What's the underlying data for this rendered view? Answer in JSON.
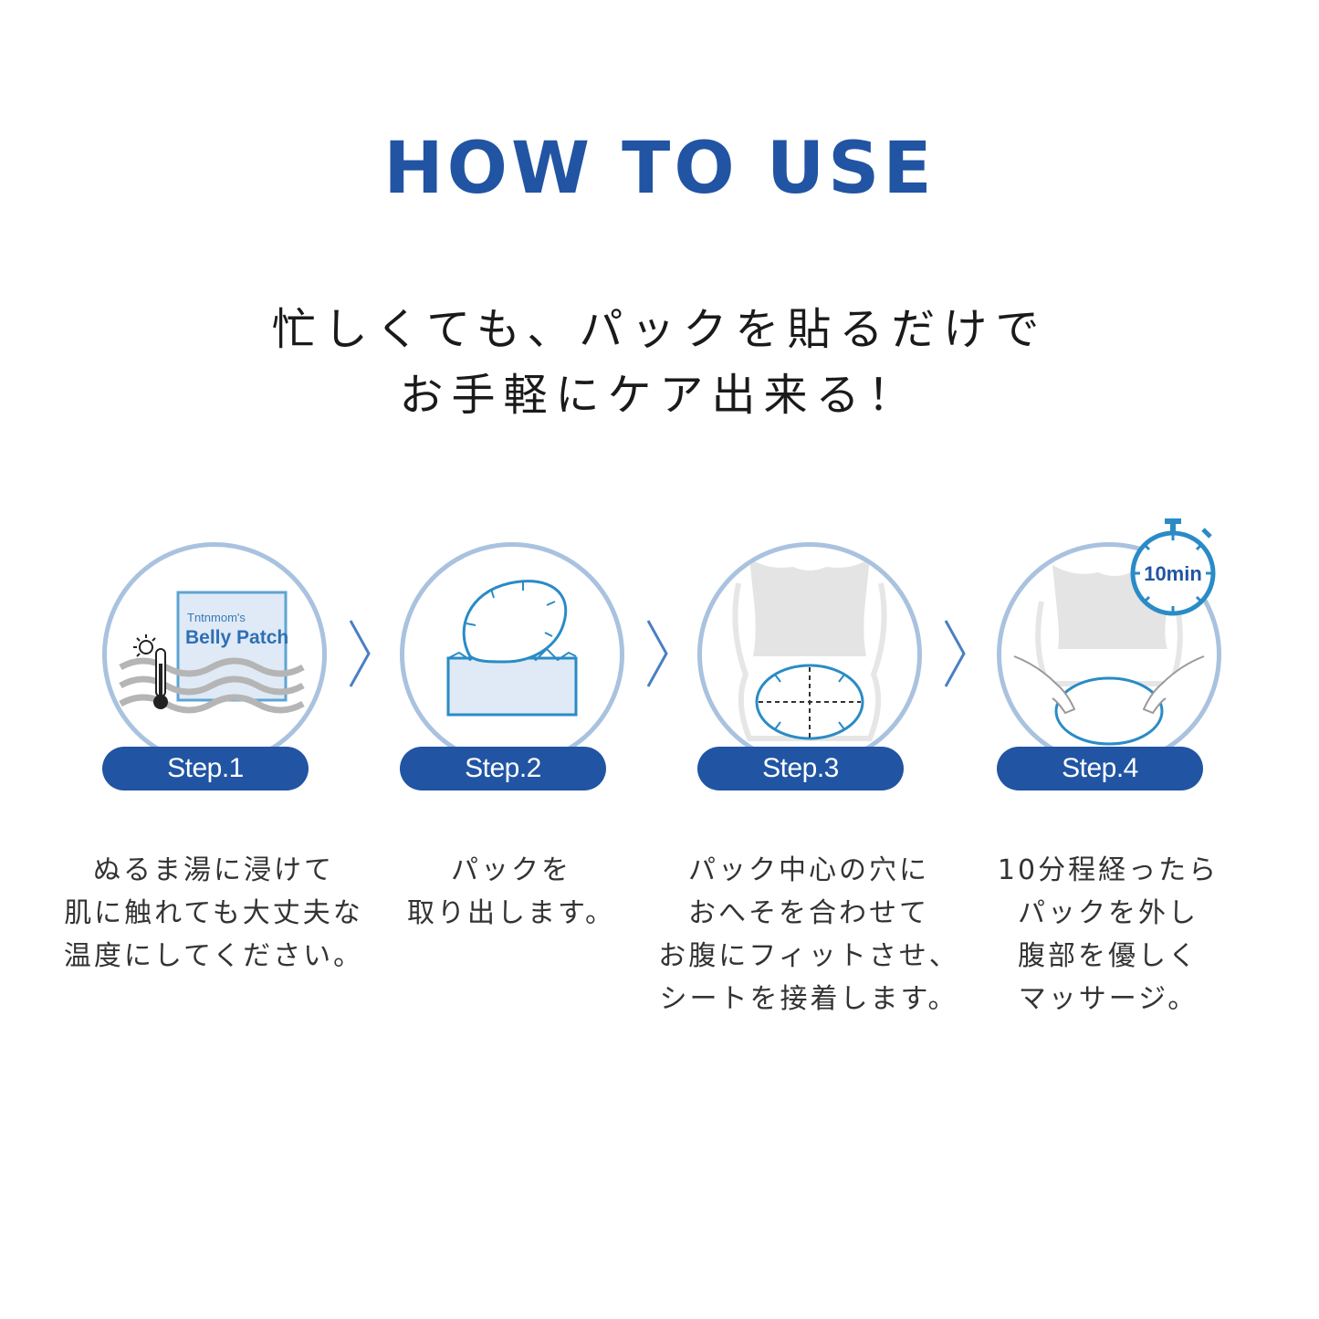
{
  "title": "HOW TO USE",
  "subtitle": {
    "line1": "忙しくても、パックを貼るだけで",
    "line2": "お手軽にケア出来る！"
  },
  "steps": [
    {
      "badge": "Step.1",
      "illustration_text": {
        "brand": "Tntnmom's",
        "product": "Belly Patch"
      },
      "desc": [
        "ぬるま湯に浸けて",
        "肌に触れても大丈夫な",
        "温度にしてください。"
      ]
    },
    {
      "badge": "Step.2",
      "desc": [
        "パックを",
        "取り出します。"
      ]
    },
    {
      "badge": "Step.3",
      "desc": [
        "パック中心の穴に",
        "おへそを合わせて",
        "お腹にフィットさせ、",
        "シートを接着します。"
      ]
    },
    {
      "badge": "Step.4",
      "timer_label": "10min",
      "desc": [
        "10分程経ったら",
        "パックを外し",
        "腹部を優しく",
        "マッサージ。"
      ]
    }
  ],
  "colors": {
    "brand_blue": "#2154a3",
    "circle_border": "#a9c2df",
    "patch_blue": "#2a8bc6"
  },
  "icons": [
    "thermometer-icon",
    "sun-icon",
    "chevron-right-icon",
    "stopwatch-icon"
  ]
}
